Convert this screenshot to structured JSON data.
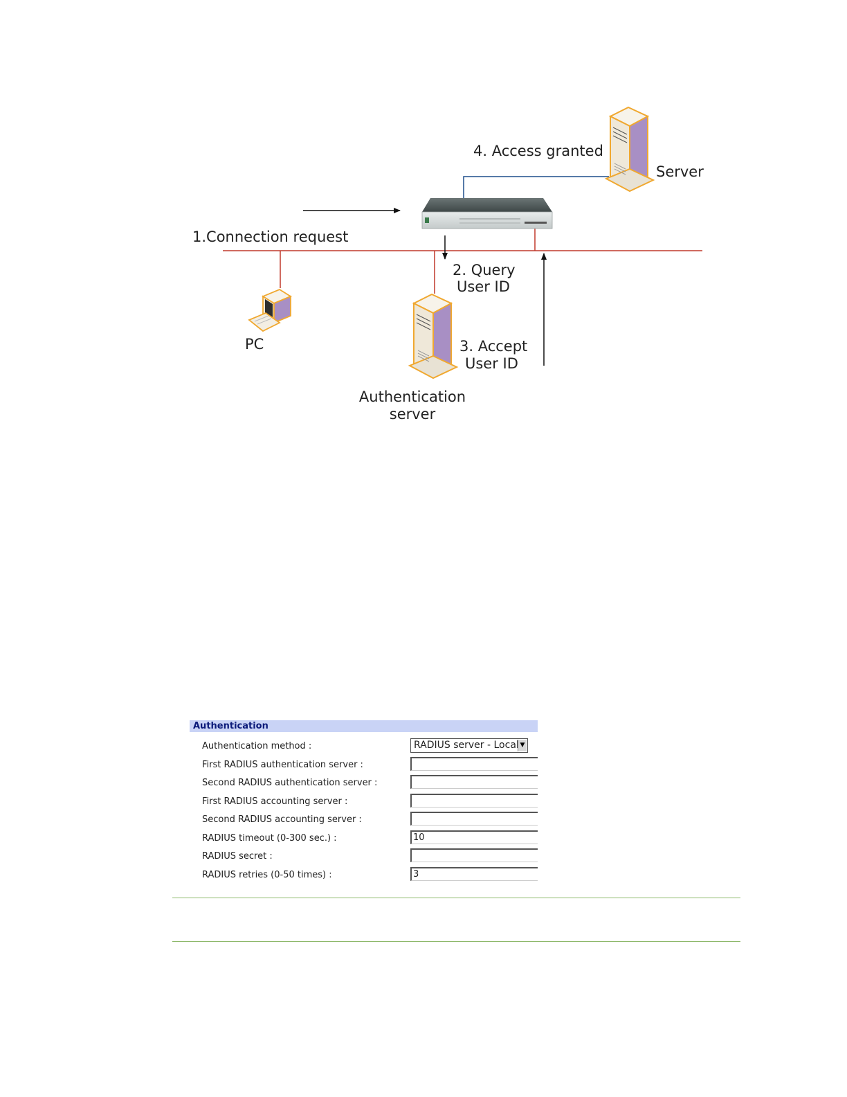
{
  "diagram": {
    "step1_label": "1.Connection request",
    "step2_line1": "2. Query",
    "step2_line2": "User ID",
    "step3_line1": "3. Accept",
    "step3_line2": "User ID",
    "step4_label": "4. Access granted",
    "server_label": "Server",
    "pc_label": "PC",
    "auth_server_line1": "Authentication",
    "auth_server_line2": "server",
    "colors": {
      "network_line": "#c0392b",
      "server_link": "#1f4e8c",
      "tower_body": "#f1ece2",
      "tower_side": "#a88fc4",
      "tower_outline": "#f0a830"
    }
  },
  "auth_panel": {
    "title": "Authentication",
    "rows": [
      {
        "label": "Authentication method :",
        "type": "select",
        "value": "RADIUS server - Local"
      },
      {
        "label": "First RADIUS authentication server :",
        "type": "text",
        "value": ""
      },
      {
        "label": "Second RADIUS authentication server :",
        "type": "text",
        "value": ""
      },
      {
        "label": "First RADIUS accounting server :",
        "type": "text",
        "value": ""
      },
      {
        "label": "Second RADIUS accounting server :",
        "type": "text",
        "value": ""
      },
      {
        "label": "RADIUS timeout (0-300 sec.) :",
        "type": "text",
        "value": "10"
      },
      {
        "label": "RADIUS secret :",
        "type": "text",
        "value": ""
      },
      {
        "label": "RADIUS retries (0-50 times) :",
        "type": "text",
        "value": "3"
      }
    ]
  }
}
